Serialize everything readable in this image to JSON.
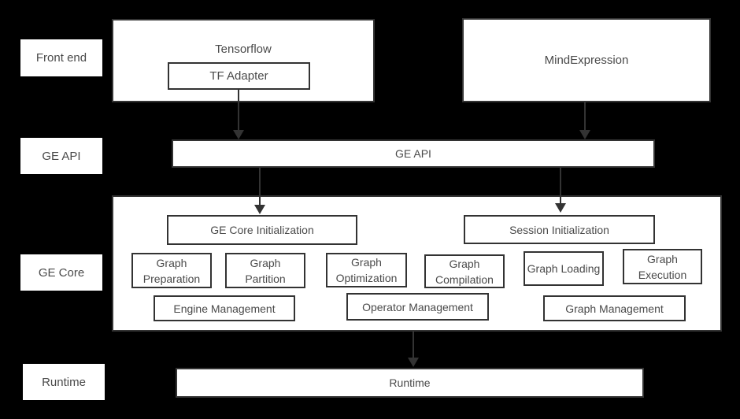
{
  "colors": {
    "background": "#000000",
    "box_fill": "#ffffff",
    "box_border": "#333333",
    "text": "#4a4a4a",
    "arrow": "#333333"
  },
  "side_labels": [
    {
      "label": "Front end"
    },
    {
      "label": "GE API"
    },
    {
      "label": "GE Core"
    },
    {
      "label": "Runtime"
    }
  ],
  "front_end": {
    "tensorflow_title": "Tensorflow",
    "tf_adapter_label": "TF Adapter",
    "mindexpression_label": "MindExpression"
  },
  "ge_api": {
    "label": "GE API"
  },
  "ge_core": {
    "init_left": "GE Core Initialization",
    "init_right": "Session Initialization",
    "stages": [
      {
        "label": "Graph Preparation"
      },
      {
        "label": "Graph Partition"
      },
      {
        "label": "Graph Optimization"
      },
      {
        "label": "Graph Compilation"
      },
      {
        "label": "Graph Loading"
      },
      {
        "label": "Graph Execution"
      }
    ],
    "managements": [
      {
        "label": "Engine Management"
      },
      {
        "label": "Operator Management"
      },
      {
        "label": "Graph Management"
      }
    ]
  },
  "runtime": {
    "label": "Runtime"
  }
}
